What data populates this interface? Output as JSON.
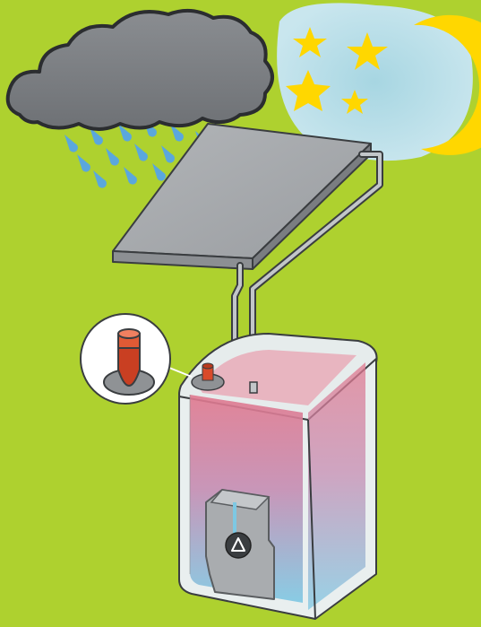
{
  "scene": {
    "background_color": "#aed12f",
    "elements": [
      {
        "name": "rain-cloud",
        "color": "#7f8286"
      },
      {
        "name": "raindrops",
        "color": "#5aa7dd"
      },
      {
        "name": "night-sky-panel",
        "color": "#b7dbe6"
      },
      {
        "name": "moon-icon",
        "color": "#ffd700"
      },
      {
        "name": "star-icons",
        "color": "#ffd700"
      },
      {
        "name": "solar-collector-panel",
        "color": "#a8abae"
      },
      {
        "name": "connection-pipes",
        "color": "#b8bcbf"
      },
      {
        "name": "hot-water-tank",
        "hot_color": "#e0788e",
        "cold_color": "#7ec8e3"
      },
      {
        "name": "heat-exchanger-unit",
        "color": "#a9acaf"
      },
      {
        "name": "pump-icon",
        "symbol": "Δ",
        "color": "#3a3d40"
      },
      {
        "name": "valve-icon",
        "color": "#d94a2a"
      }
    ]
  }
}
